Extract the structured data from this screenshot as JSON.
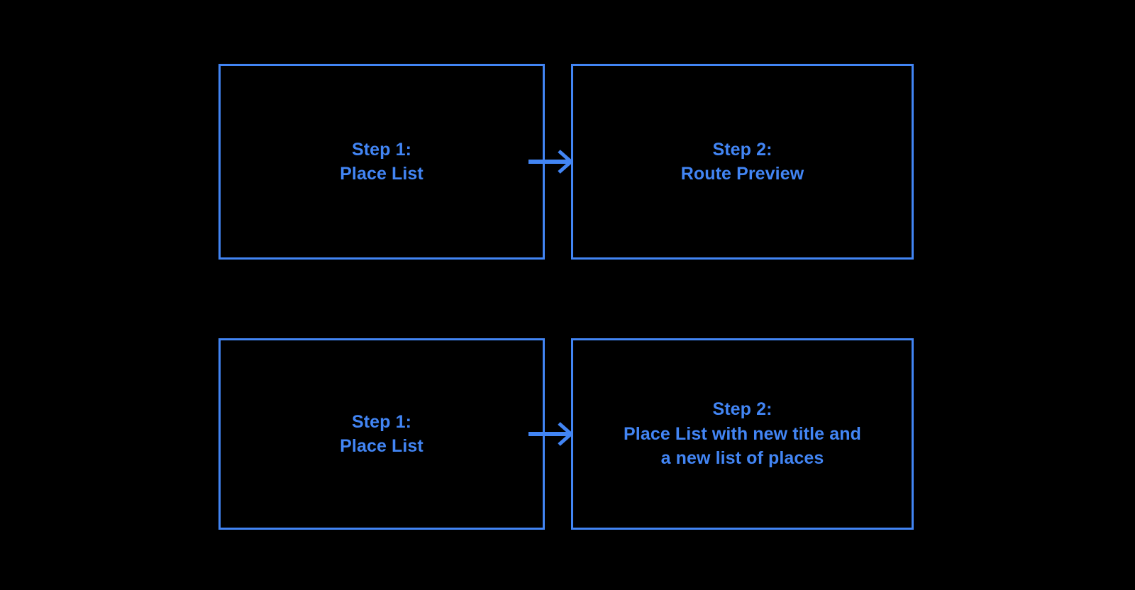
{
  "diagram": {
    "background_color": "#000000",
    "accent_color": "#4285F4",
    "rows": [
      {
        "id": "row-route-preview",
        "left_box": {
          "name": "step-1-place-list",
          "label": "Step 1:\nPlace List"
        },
        "connector": {
          "name": "arrow-right",
          "icon": "arrow-right-icon",
          "direction": "right"
        },
        "right_box": {
          "name": "step-2-route-preview",
          "label": "Step 2:\nRoute Preview"
        }
      },
      {
        "id": "row-place-list-updated",
        "left_box": {
          "name": "step-1-place-list",
          "label": "Step 1:\nPlace List"
        },
        "connector": {
          "name": "arrow-right",
          "icon": "arrow-right-icon",
          "direction": "right"
        },
        "right_box": {
          "name": "step-2-place-list-updated",
          "label": "Step 2:\nPlace List with new title and\na new list of places"
        }
      }
    ]
  }
}
